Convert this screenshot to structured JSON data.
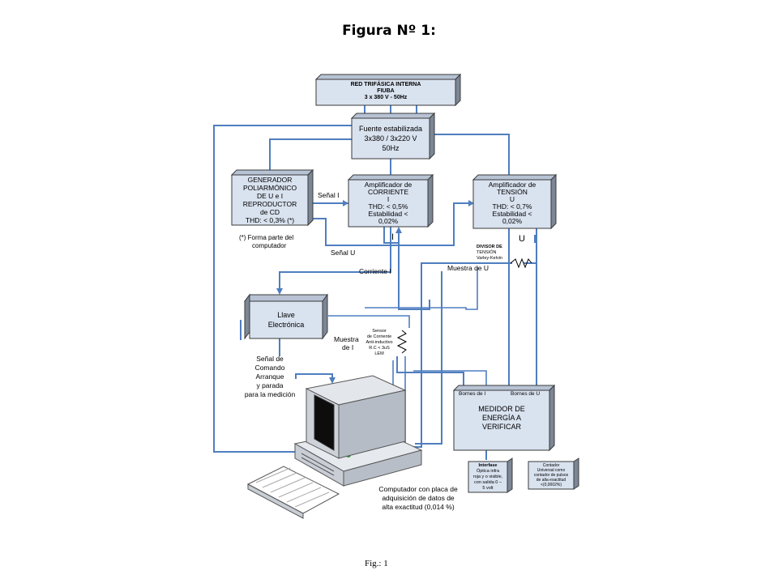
{
  "title": "Figura Nº 1:",
  "caption": "Fig.: 1",
  "colors": {
    "wire": "#4f7ec0",
    "box_face": "#d9e2ef",
    "box_side": "#7c8796"
  },
  "blocks": {
    "red": [
      "RED TRIFÁSICA INTERNA",
      "FIUBA",
      "3 x 380 V - 50Hz"
    ],
    "fuente": [
      "Fuente estabilizada",
      "3x380 / 3x220 V",
      "50Hz"
    ],
    "generador": [
      "GENERADOR",
      "POLIARMÓNICO",
      "DE U e I",
      "REPRODUCTOR",
      "de CD",
      "THD: < 0,3% (*)"
    ],
    "amp_corriente": [
      "Amplificador de",
      "CORRIENTE",
      "I",
      "THD: < 0,5%",
      "Estabilidad <",
      "0,02%"
    ],
    "amp_tension": [
      "Amplificador de",
      "TENSIÓN",
      "U",
      "THD: < 0,7%",
      "Estabilidad <",
      "0,02%"
    ],
    "llave": [
      "Llave",
      "Electrónica"
    ],
    "medidor": [
      "MEDIDOR DE",
      "ENERGÍA A",
      "VERIFICAR"
    ],
    "bornes_i": "Bornes de I",
    "bornes_u": "Bornes de U",
    "interfase": [
      "Interfase",
      "Óptica infra",
      "roja y o visible,",
      "con salida 0 –",
      "5 volt"
    ],
    "contador": [
      "Contador",
      "Universal como",
      "contador de pulsos",
      "de alta exactitud",
      "<(0,0002%)"
    ]
  },
  "labels": {
    "forma_parte": [
      "(*) Forma parte del",
      "computador"
    ],
    "senal_i": "Señal I",
    "senal_u": "Señal U",
    "corriente_i": "Corriente I",
    "i_mark": "I",
    "u_mark": "U",
    "divisor": [
      "DIVISOR DE",
      "TENSIÓN",
      "Varley-Kelvin"
    ],
    "muestra_u": "Muestra de U",
    "muestra_i": [
      "Muestra",
      "de I"
    ],
    "sensor": [
      "Sensor",
      "de Corriente",
      "Anti-inductivo",
      "R.C < 3uS",
      "LEM"
    ],
    "senal_comando": [
      "Señal de",
      "Comando",
      "Arranque",
      "y parada",
      "para la medición"
    ],
    "computador": [
      "Computador con placa de",
      "adquisición de datos de",
      "alta exactitud (0,014 %)"
    ]
  }
}
